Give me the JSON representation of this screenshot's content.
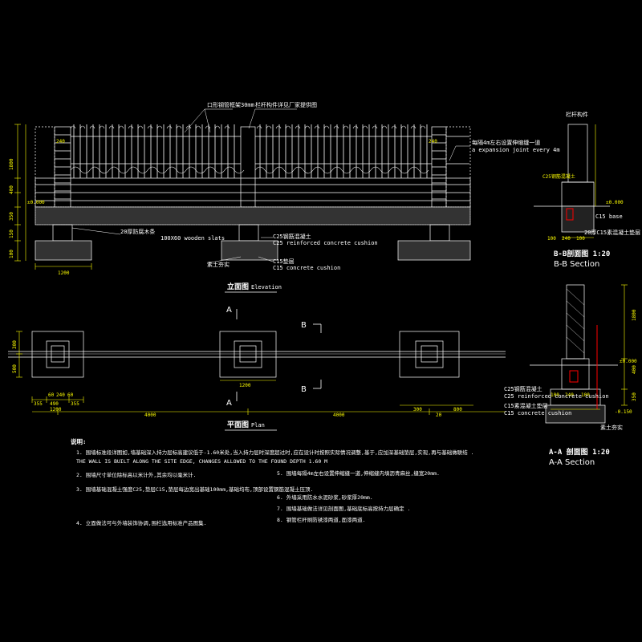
{
  "drawing": {
    "elevation": {
      "title": "立面图",
      "title_suffix": "Elevation",
      "dims_left": [
        "1800",
        "400",
        "350",
        "150",
        "100"
      ],
      "dim_bottom": "1200",
      "labels": {
        "top_1": "口形钢管框架30mm",
        "top_2": "栏杆构件详见厂家提供图",
        "right_note": "每隔4m左右设置伸缩缝一道",
        "right_note_en": "a expansion joint every 4m",
        "left_ground": "±0.000",
        "bottom_left": "20厚防腐木条",
        "bottom_left_en": "100X60 wooden slats",
        "bottom_mid_1": "C25钢筋混凝土",
        "bottom_mid_1_en": "C25 reinforced concrete cushion",
        "bottom_mid_2": "素土夯实",
        "bottom_mid_3": "C15垫层",
        "bottom_mid_3_en": "C15 concrete cushion",
        "dim_240_a": "240",
        "dim_240_b": "240"
      }
    },
    "plan": {
      "title": "平面图",
      "title_suffix": "Plan",
      "marker_a": "A",
      "marker_b": "B",
      "dims_left": [
        "300",
        "500"
      ],
      "dims_bottom_small": [
        "355",
        "490",
        "355"
      ],
      "dim_1200": "1200",
      "dims_spans": [
        "4000",
        "4000"
      ],
      "dims_right": [
        "300",
        "20",
        "800"
      ],
      "dims_center": [
        "1200"
      ],
      "dims_small": [
        "60",
        "240",
        "60"
      ]
    },
    "section_bb": {
      "title": "B-B剖面图 1:20",
      "title_en": "B-B Section",
      "label_top": "栏杆构件",
      "labels": [
        "C25钢筋混凝土",
        "±0.000",
        "C15 base",
        "20厚C15素混凝土垫层"
      ],
      "dims": [
        "100",
        "240",
        "100"
      ]
    },
    "section_aa": {
      "title": "A-A 剖面图 1:20",
      "title_en": "A-A Section",
      "labels": [
        "C25钢筋混凝土",
        "C25 reinforced concrete cushion",
        "C15素混凝土垫层",
        "C15 concrete cushion",
        "素土夯实",
        "±0.000",
        "-0.150"
      ],
      "dims_right": [
        "1800",
        "400",
        "350"
      ],
      "dims_bottom": [
        "100",
        "240",
        "100"
      ]
    },
    "notes": {
      "heading": "说明:",
      "items": [
        "1. 围墙标准段详图如,墙基础深入持力层标高建议低于-1.60米处,当入持力层时深度超过时,应在设计时按照实际情况调整,基于,应加深基础垫层,实现,再与基础做联结 .",
        "THE WALL IS BUILT ALONG THE SITE EDGE, CHANGES ALLOWED TO THE FOUND DEPTH 1.60 M",
        "2. 围墙尺寸单位除标高以米计外,其余均以毫米计.",
        "3. 围墙基础混凝土强度C25,垫层C15,垫层每边宽出基础100mm,基础均布,顶部设置钢筋混凝土压顶.",
        "4. 立面做法可与外墙装饰协调,围栏选用标准产品图集.",
        "5. 围墙每隔4m左右设置伸缩缝一道,伸缩缝内填沥青麻丝,缝宽20mm.",
        "6. 外墙采用防水水泥砂浆,砂浆厚20mm.",
        "7. 围墙基础做法详见剖面图,基础底标高按持力层确定 .",
        "8. 钢管栏杆刷防锈漆两道,面漆两道."
      ]
    }
  }
}
